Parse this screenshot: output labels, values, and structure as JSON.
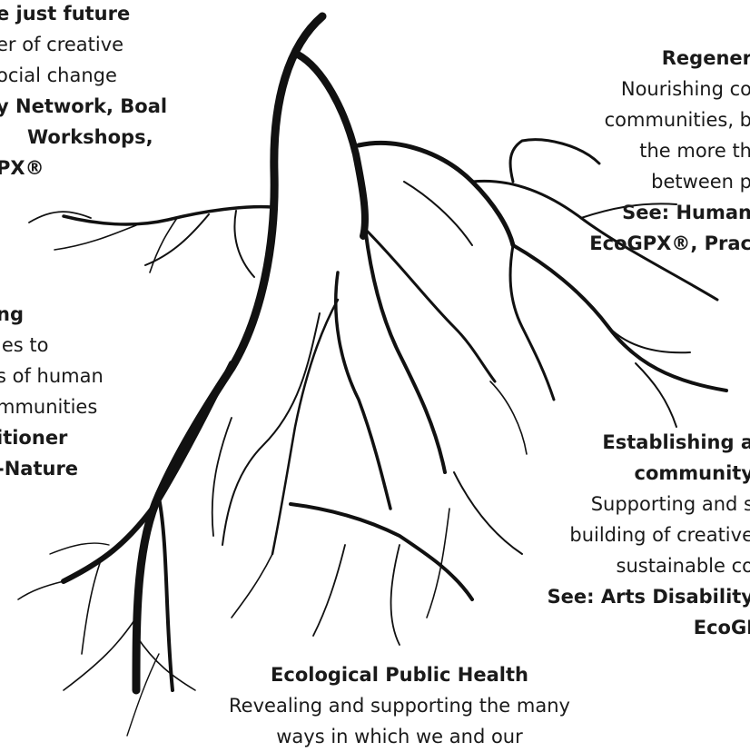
{
  "colors": {
    "background": "#ffffff",
    "ink": "#111111",
    "text": "#1a1a1a"
  },
  "diagram": {
    "type": "root-system illustration with text blocks",
    "blocks": {
      "top_left": {
        "lines": [
          "e just future",
          "er of creative",
          "ocial change",
          "y Network, Boal",
          "Workshops,",
          "PX®"
        ],
        "bold_lines": [
          0,
          3,
          4,
          5
        ]
      },
      "mid_left": {
        "lines": [
          "ng",
          "ies to",
          "s of human",
          "mmunities",
          "itioner",
          "-Nature"
        ],
        "bold_lines": [
          0,
          4,
          5
        ]
      },
      "top_right": {
        "lines": [
          "Regener",
          "Nourishing co",
          "communities, b",
          "the more th",
          "between p",
          "See: Human",
          "EcoGPX®, Prac"
        ],
        "bold_lines": [
          0,
          5,
          6
        ]
      },
      "mid_right": {
        "lines": [
          "Establishing a",
          "community",
          "Supporting and s",
          "building of creative",
          "sustainable co",
          "See: Arts Disability",
          "EcoGI"
        ],
        "bold_lines": [
          0,
          1,
          5,
          6
        ]
      },
      "bottom_center": {
        "lines": [
          "Ecological Public Health",
          "Revealing and supporting the many",
          "ways in which we and our"
        ],
        "bold_lines": [
          0
        ]
      }
    }
  }
}
